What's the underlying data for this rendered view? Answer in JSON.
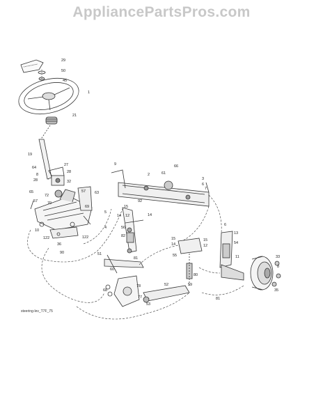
{
  "watermark": "AppliancePartsPros.com",
  "caption": "steering-lev_T7F_75",
  "callouts": [
    {
      "id": "c29",
      "text": "29"
    },
    {
      "id": "c50",
      "text": "50"
    },
    {
      "id": "c45",
      "text": "45"
    },
    {
      "id": "c1",
      "text": "1"
    },
    {
      "id": "c21",
      "text": "21"
    },
    {
      "id": "c19",
      "text": "19"
    },
    {
      "id": "c64",
      "text": "64"
    },
    {
      "id": "c27",
      "text": "27"
    },
    {
      "id": "c28a",
      "text": "28"
    },
    {
      "id": "c28b",
      "text": "28"
    },
    {
      "id": "c32",
      "text": "32"
    },
    {
      "id": "c8",
      "text": "8"
    },
    {
      "id": "c72",
      "text": "72"
    },
    {
      "id": "c70",
      "text": "70"
    },
    {
      "id": "c65",
      "text": "65"
    },
    {
      "id": "c57a",
      "text": "57"
    },
    {
      "id": "c63",
      "text": "63"
    },
    {
      "id": "c57b",
      "text": "57"
    },
    {
      "id": "c69",
      "text": "69"
    },
    {
      "id": "c10",
      "text": "10"
    },
    {
      "id": "c122a",
      "text": "122"
    },
    {
      "id": "c36",
      "text": "36"
    },
    {
      "id": "c122b",
      "text": "122"
    },
    {
      "id": "c90",
      "text": "90"
    },
    {
      "id": "c9",
      "text": "9"
    },
    {
      "id": "c2",
      "text": "2"
    },
    {
      "id": "c61",
      "text": "61"
    },
    {
      "id": "c66",
      "text": "66"
    },
    {
      "id": "c3",
      "text": "3"
    },
    {
      "id": "c6",
      "text": "6"
    },
    {
      "id": "c7",
      "text": "7"
    },
    {
      "id": "c15a",
      "text": "15"
    },
    {
      "id": "c5",
      "text": "5"
    },
    {
      "id": "c4",
      "text": "4"
    },
    {
      "id": "c14a",
      "text": "14"
    },
    {
      "id": "c12",
      "text": "12"
    },
    {
      "id": "c92",
      "text": "92"
    },
    {
      "id": "c56",
      "text": "56"
    },
    {
      "id": "c14b",
      "text": "14"
    },
    {
      "id": "c82",
      "text": "82"
    },
    {
      "id": "c81a",
      "text": "81"
    },
    {
      "id": "c51",
      "text": "51"
    },
    {
      "id": "c60",
      "text": "60"
    },
    {
      "id": "c68",
      "text": "68"
    },
    {
      "id": "c78",
      "text": "78"
    },
    {
      "id": "c77",
      "text": "77"
    },
    {
      "id": "c52",
      "text": "52"
    },
    {
      "id": "c53",
      "text": "53"
    },
    {
      "id": "c15b",
      "text": "15"
    },
    {
      "id": "c14c",
      "text": "14"
    },
    {
      "id": "c15c",
      "text": "15"
    },
    {
      "id": "c12b",
      "text": "12"
    },
    {
      "id": "c55",
      "text": "55"
    },
    {
      "id": "c81b",
      "text": "81"
    },
    {
      "id": "c6b",
      "text": "6"
    },
    {
      "id": "c13",
      "text": "13"
    },
    {
      "id": "c54",
      "text": "54"
    },
    {
      "id": "c11",
      "text": "11"
    },
    {
      "id": "c33",
      "text": "33"
    },
    {
      "id": "c8b",
      "text": "8"
    },
    {
      "id": "c35",
      "text": "35"
    },
    {
      "id": "c80",
      "text": "80"
    },
    {
      "id": "c59",
      "text": "59"
    }
  ]
}
